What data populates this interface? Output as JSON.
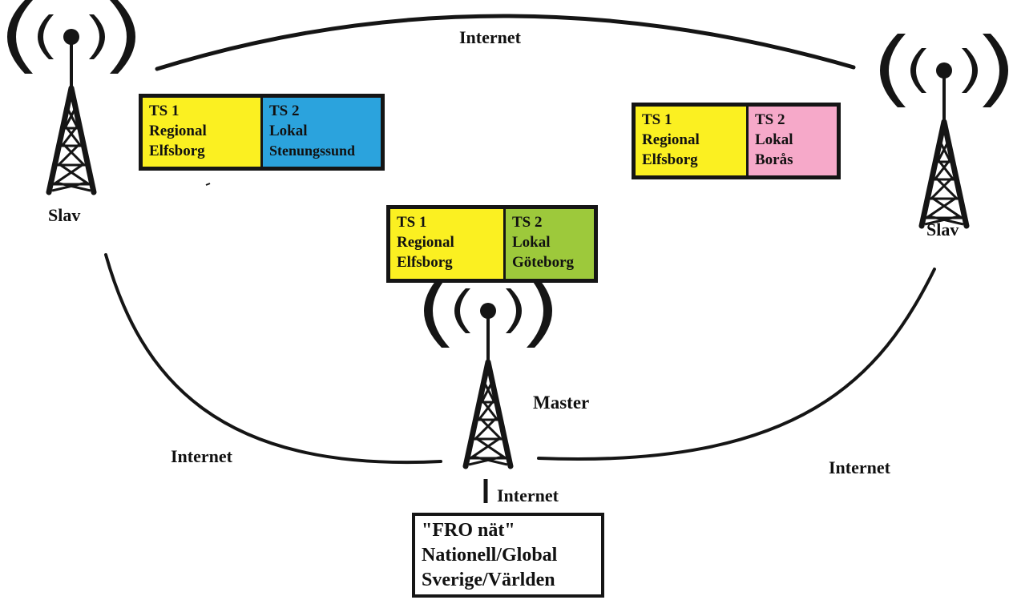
{
  "colors": {
    "regional": "#fbf021",
    "stenungssund": "#2ba3dd",
    "boras": "#f6a9c9",
    "goteborg": "#9dc93b",
    "lines": "#151515"
  },
  "towers": {
    "left": {
      "label": "Slav",
      "icon": "radio-tower-icon"
    },
    "right": {
      "label": "Slav",
      "icon": "radio-tower-icon"
    },
    "center": {
      "label": "Master",
      "icon": "radio-tower-icon"
    }
  },
  "links": {
    "top": "Internet",
    "bottom_left": "Internet",
    "bottom_right": "Internet",
    "down": "Internet"
  },
  "boxes": {
    "left": {
      "ts1": {
        "title": "TS 1",
        "line1": "Regional",
        "line2": "Elfsborg"
      },
      "ts2": {
        "title": "TS 2",
        "line1": "Lokal",
        "line2": "Stenungssund"
      }
    },
    "right": {
      "ts1": {
        "title": "TS 1",
        "line1": "Regional",
        "line2": "Elfsborg"
      },
      "ts2": {
        "title": "TS 2",
        "line1": "Lokal",
        "line2": "Borås"
      }
    },
    "center": {
      "ts1": {
        "title": "TS 1",
        "line1": "Regional",
        "line2": "Elfsborg"
      },
      "ts2": {
        "title": "TS 2",
        "line1": "Lokal",
        "line2": "Göteborg"
      }
    }
  },
  "fro": {
    "line1": "\"FRO nät\"",
    "line2": "Nationell/Global",
    "line3": "Sverige/Världen"
  }
}
